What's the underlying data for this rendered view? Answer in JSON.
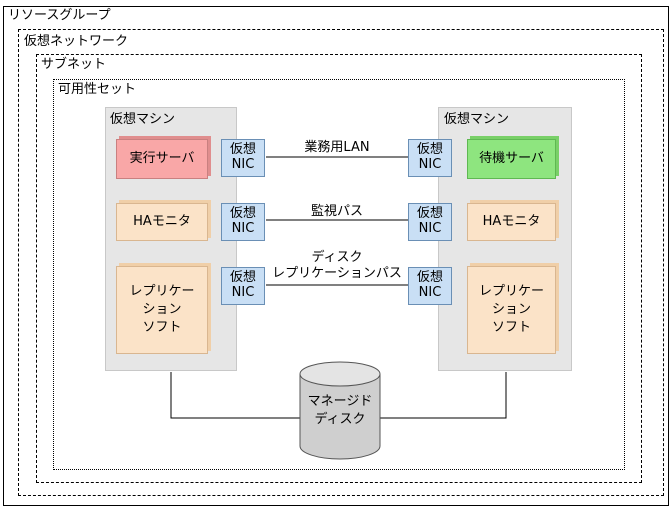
{
  "containers": {
    "resource_group": "リソースグループ",
    "virtual_network": "仮想ネットワーク",
    "subnet": "サブネット",
    "availability_set": "可用性セット"
  },
  "vm_left": {
    "title": "仮想マシン",
    "server": "実行サーバ",
    "monitor": "HAモニタ",
    "replication": "レプリケー\nション\nソフト"
  },
  "vm_right": {
    "title": "仮想マシン",
    "server": "待機サーバ",
    "monitor": "HAモニタ",
    "replication": "レプリケー\nション\nソフト"
  },
  "nic": {
    "line1": "仮想",
    "line2": "NIC"
  },
  "connections": {
    "business_lan": "業務用LAN",
    "monitoring_path": "監視パス",
    "replication_path": "ディスク\nレプリケーションパス"
  },
  "managed_disk": "マネージド\nディスク",
  "colors": {
    "primary_server": "#f9a7a7",
    "standby_server": "#8ee57f",
    "software_box": "#fbe3c8",
    "nic": "#c9dff5",
    "vm_bg": "#e6e6e6",
    "disk": "#cfcfcf"
  }
}
